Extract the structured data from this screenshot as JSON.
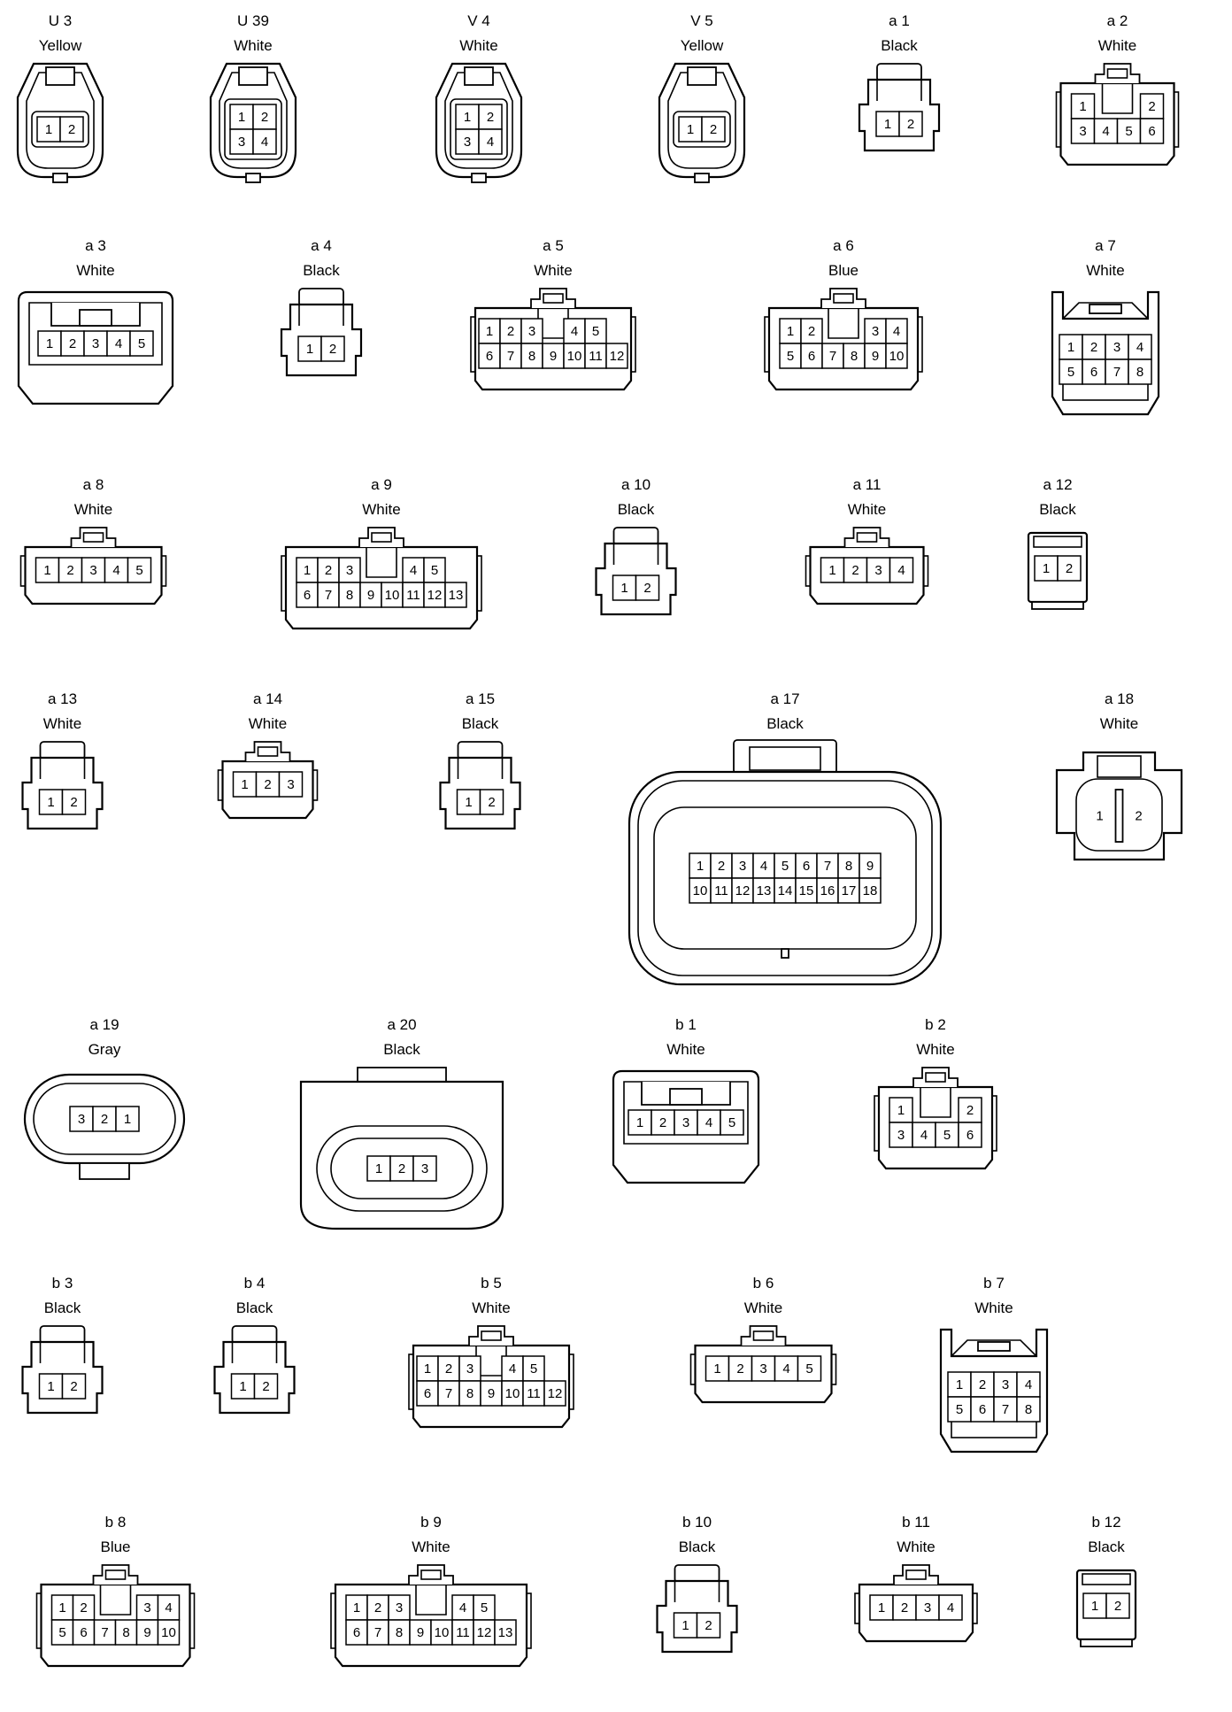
{
  "connectors": [
    {
      "id": "U 3",
      "color": "Yellow",
      "style": "sensor",
      "pins": [
        [
          1,
          2
        ]
      ]
    },
    {
      "id": "U 39",
      "color": "White",
      "style": "sensor",
      "pins": [
        [
          1,
          2
        ],
        [
          3,
          4
        ]
      ]
    },
    {
      "id": "V 4",
      "color": "White",
      "style": "sensor",
      "pins": [
        [
          1,
          2
        ],
        [
          3,
          4
        ]
      ]
    },
    {
      "id": "V 5",
      "color": "Yellow",
      "style": "sensor",
      "pins": [
        [
          1,
          2
        ]
      ]
    },
    {
      "id": "a 1",
      "color": "Black",
      "style": "latch",
      "pins": [
        [
          1,
          2
        ]
      ]
    },
    {
      "id": "a 2",
      "color": "White",
      "style": "tab",
      "pins": [
        [
          1,
          null,
          null,
          2
        ],
        [
          3,
          4,
          5,
          6
        ]
      ]
    },
    {
      "id": "a 3",
      "color": "White",
      "style": "wide",
      "pins": [
        [
          1,
          2,
          3,
          4,
          5
        ]
      ]
    },
    {
      "id": "a 4",
      "color": "Black",
      "style": "latch",
      "pins": [
        [
          1,
          2
        ]
      ]
    },
    {
      "id": "a 5",
      "color": "White",
      "style": "tab",
      "pins": [
        [
          1,
          2,
          3,
          null,
          4,
          5
        ],
        [
          6,
          7,
          8,
          9,
          10,
          11,
          12
        ]
      ]
    },
    {
      "id": "a 6",
      "color": "Blue",
      "style": "tab",
      "pins": [
        [
          1,
          2,
          null,
          null,
          3,
          4
        ],
        [
          5,
          6,
          7,
          8,
          9,
          10
        ]
      ]
    },
    {
      "id": "a 7",
      "color": "White",
      "style": "tall",
      "pins": [
        [
          1,
          2,
          3,
          4
        ],
        [
          5,
          6,
          7,
          8
        ]
      ]
    },
    {
      "id": "a 8",
      "color": "White",
      "style": "clip",
      "pins": [
        [
          1,
          2,
          3,
          4,
          5
        ]
      ]
    },
    {
      "id": "a 9",
      "color": "White",
      "style": "tab",
      "pins": [
        [
          1,
          2,
          3,
          null,
          null,
          4,
          5
        ],
        [
          6,
          7,
          8,
          9,
          10,
          11,
          12,
          13
        ]
      ]
    },
    {
      "id": "a 10",
      "color": "Black",
      "style": "latch",
      "pins": [
        [
          1,
          2
        ]
      ]
    },
    {
      "id": "a 11",
      "color": "White",
      "style": "clip",
      "pins": [
        [
          1,
          2,
          3,
          4
        ]
      ]
    },
    {
      "id": "a 12",
      "color": "Black",
      "style": "small",
      "pins": [
        [
          1,
          2
        ]
      ]
    },
    {
      "id": "a 13",
      "color": "White",
      "style": "latch",
      "pins": [
        [
          1,
          2
        ]
      ]
    },
    {
      "id": "a 14",
      "color": "White",
      "style": "clip",
      "pins": [
        [
          1,
          2,
          3
        ]
      ]
    },
    {
      "id": "a 15",
      "color": "Black",
      "style": "latch",
      "pins": [
        [
          1,
          2
        ]
      ]
    },
    {
      "id": "a 17",
      "color": "Black",
      "style": "big",
      "pins": [
        [
          1,
          2,
          3,
          4,
          5,
          6,
          7,
          8,
          9
        ],
        [
          10,
          11,
          12,
          13,
          14,
          15,
          16,
          17,
          18
        ]
      ]
    },
    {
      "id": "a 18",
      "color": "White",
      "style": "a18",
      "pins": [
        [
          1,
          2
        ]
      ]
    },
    {
      "id": "a 19",
      "color": "Gray",
      "style": "a19",
      "pins": [
        [
          3,
          2,
          1
        ]
      ]
    },
    {
      "id": "a 20",
      "color": "Black",
      "style": "a20",
      "pins": [
        [
          1,
          2,
          3
        ]
      ]
    },
    {
      "id": "b 1",
      "color": "White",
      "style": "wide",
      "pins": [
        [
          1,
          2,
          3,
          4,
          5
        ]
      ]
    },
    {
      "id": "b 2",
      "color": "White",
      "style": "tab",
      "pins": [
        [
          1,
          null,
          null,
          2
        ],
        [
          3,
          4,
          5,
          6
        ]
      ]
    },
    {
      "id": "b 3",
      "color": "Black",
      "style": "latch",
      "pins": [
        [
          1,
          2
        ]
      ]
    },
    {
      "id": "b 4",
      "color": "Black",
      "style": "latch",
      "pins": [
        [
          1,
          2
        ]
      ]
    },
    {
      "id": "b 5",
      "color": "White",
      "style": "tab",
      "pins": [
        [
          1,
          2,
          3,
          null,
          4,
          5
        ],
        [
          6,
          7,
          8,
          9,
          10,
          11,
          12
        ]
      ]
    },
    {
      "id": "b 6",
      "color": "White",
      "style": "clip",
      "pins": [
        [
          1,
          2,
          3,
          4,
          5
        ]
      ]
    },
    {
      "id": "b 7",
      "color": "White",
      "style": "tall",
      "pins": [
        [
          1,
          2,
          3,
          4
        ],
        [
          5,
          6,
          7,
          8
        ]
      ]
    },
    {
      "id": "b 8",
      "color": "Blue",
      "style": "tab",
      "pins": [
        [
          1,
          2,
          null,
          null,
          3,
          4
        ],
        [
          5,
          6,
          7,
          8,
          9,
          10
        ]
      ]
    },
    {
      "id": "b 9",
      "color": "White",
      "style": "tab",
      "pins": [
        [
          1,
          2,
          3,
          null,
          null,
          4,
          5
        ],
        [
          6,
          7,
          8,
          9,
          10,
          11,
          12,
          13
        ]
      ]
    },
    {
      "id": "b 10",
      "color": "Black",
      "style": "latch",
      "pins": [
        [
          1,
          2
        ]
      ]
    },
    {
      "id": "b 11",
      "color": "White",
      "style": "clip",
      "pins": [
        [
          1,
          2,
          3,
          4
        ]
      ]
    },
    {
      "id": "b 12",
      "color": "Black",
      "style": "small",
      "pins": [
        [
          1,
          2
        ]
      ]
    }
  ]
}
